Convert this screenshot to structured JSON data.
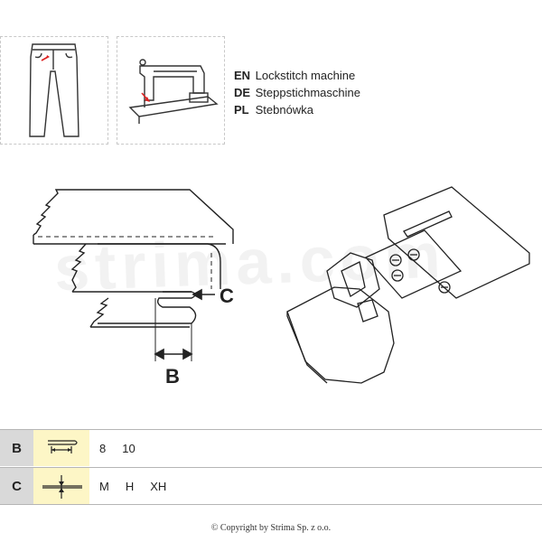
{
  "header": {
    "languages": [
      {
        "code": "EN",
        "text": "Lockstitch machine"
      },
      {
        "code": "DE",
        "text": "Steppstichmaschine"
      },
      {
        "code": "PL",
        "text": "Stebnówka"
      }
    ]
  },
  "diagram": {
    "label_c": "C",
    "label_b": "B",
    "watermark": "strima.com"
  },
  "table": {
    "rows": [
      {
        "label": "B",
        "icon": "width-fold-icon",
        "values": [
          "8",
          "10"
        ]
      },
      {
        "label": "C",
        "icon": "thickness-icon",
        "values": [
          "M",
          "H",
          "XH"
        ]
      }
    ]
  },
  "footer": {
    "copyright": "© Copyright by Strima Sp. z o.o."
  }
}
